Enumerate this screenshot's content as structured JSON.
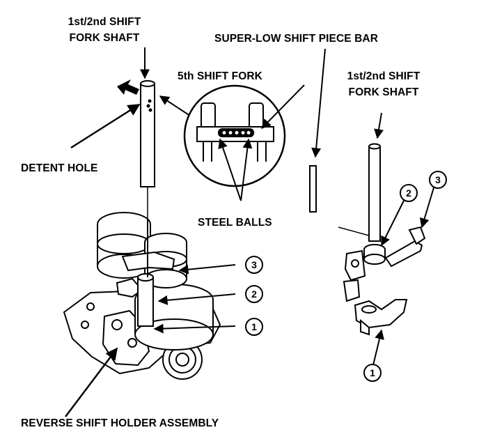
{
  "labels": {
    "shaft_left": [
      "1st/2nd SHIFT",
      "FORK SHAFT"
    ],
    "piece_bar": "SUPER-LOW SHIFT PIECE BAR",
    "fifth_fork": "5th SHIFT FORK",
    "shaft_right": [
      "1st/2nd SHIFT",
      "FORK SHAFT"
    ],
    "detent_hole": "DETENT HOLE",
    "steel_balls": "STEEL BALLS",
    "reverse_holder": "REVERSE SHIFT HOLDER ASSEMBLY"
  },
  "callouts": {
    "left_3": "3",
    "left_2": "2",
    "left_1": "1",
    "right_2": "2",
    "right_3": "3",
    "right_1": "1"
  }
}
